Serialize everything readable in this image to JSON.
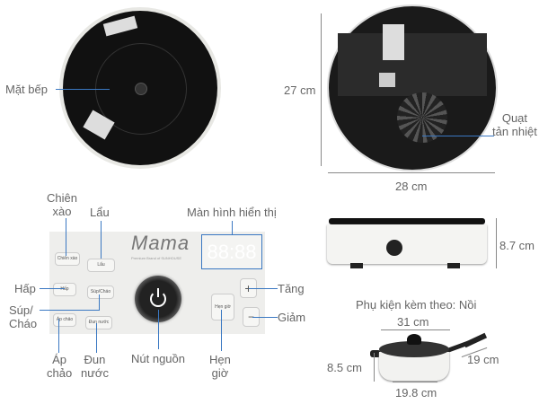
{
  "top_view": {
    "label": "Mặt bếp"
  },
  "bottom_view": {
    "fan_label": "Quạt\ntản nhiệt",
    "height": "27 cm",
    "width": "28 cm"
  },
  "panel": {
    "brand": "Mama",
    "brand_sub": "Premium Brand of SUNHOUSE",
    "display_label": "Màn hình hiển thị",
    "display_digits": "88:88",
    "buttons": {
      "chien_xao": "Chiên xào",
      "lau": "Lẩu",
      "hap": "Hấp",
      "sup_chao": "Súp/Cháo",
      "ap_chao": "Áp chảo",
      "dun_nuoc": "Đun nước",
      "hen_gio": "Hẹn giờ",
      "plus": "+",
      "minus": "−"
    },
    "callouts": {
      "chien_xao": "Chiên\nxào",
      "lau": "Lẩu",
      "hap": "Hấp",
      "sup_chao": "Súp/\nCháo",
      "ap_chao": "Áp\nchảo",
      "dun_nuoc": "Đun\nnước",
      "power": "Nút nguồn",
      "hen_gio": "Hẹn\ngiờ",
      "tang": "Tăng",
      "giam": "Giảm"
    }
  },
  "side_view": {
    "height": "8.7 cm"
  },
  "accessory": {
    "title": "Phụ kiện kèm theo: Nồi",
    "diameter": "31 cm",
    "handle": "19 cm",
    "height": "8.5 cm",
    "base": "19.8 cm"
  },
  "colors": {
    "callout_line": "#3a78c2",
    "cooktop": "#111111"
  }
}
